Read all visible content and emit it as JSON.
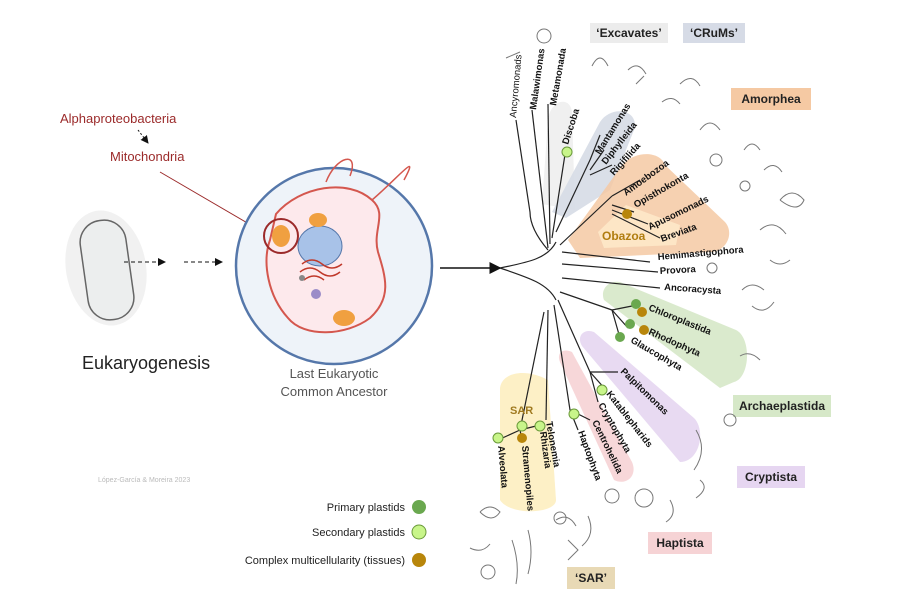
{
  "origin": {
    "alpha": "Alphaproteobacteria",
    "mito": "Mitochondria"
  },
  "left": {
    "title": "Eukaryogenesis",
    "leca_line1": "Last Eukaryotic",
    "leca_line2": "Common Ancestor",
    "credit": "López-García & Moreira 2023"
  },
  "legend": {
    "primary": "Primary plastids",
    "secondary": "Secondary plastids",
    "complex": "Complex multicellularity (tissues)"
  },
  "colors": {
    "primary": "#6aa84f",
    "secondary": "#c8f58a",
    "complex": "#b8860b",
    "red": "#9b2a2a"
  },
  "groups": {
    "excavates": "‘Excavates’",
    "crums": "‘CRuMs’",
    "amorphea": "Amorphea",
    "archaeplastida": "Archaeplastida",
    "cryptista": "Cryptista",
    "haptista": "Haptista",
    "sar": "‘SAR’",
    "obazoa": "Obazoa",
    "sar_inner": "SAR"
  },
  "taxa": {
    "ancyromonads": "Ancyromonads",
    "malawimonas": "Malawimonas",
    "metamonada": "Metamonada",
    "discoba": "Discoba",
    "mantamonas": "Mantamonas",
    "diphylleida": "Diphylleida",
    "rigifilida": "Rigifilida",
    "amoebozoa": "Amoebozoa",
    "opisthokonta": "Opisthokonta",
    "apusomonads": "Apusomonads",
    "breviata": "Breviata",
    "hemimastigophora": "Hemimastigophora",
    "provora": "Provora",
    "ancoracysta": "Ancoracysta",
    "chloroplastida": "Chloroplastida",
    "rhodophyta": "Rhodophyta",
    "glaucophyta": "Glaucophyta",
    "palpitomonas": "Palpitomonas",
    "katablepharids": "Katablepharids",
    "cryptophyta": "Cryptophyta",
    "centrohelida": "Centrohelida",
    "haptophyta": "Haptophyta",
    "telonemia": "Telonemia",
    "rhizaria": "Rhizaria",
    "stramenopiles": "Stramenopiles",
    "alveolata": "Alveolata"
  }
}
